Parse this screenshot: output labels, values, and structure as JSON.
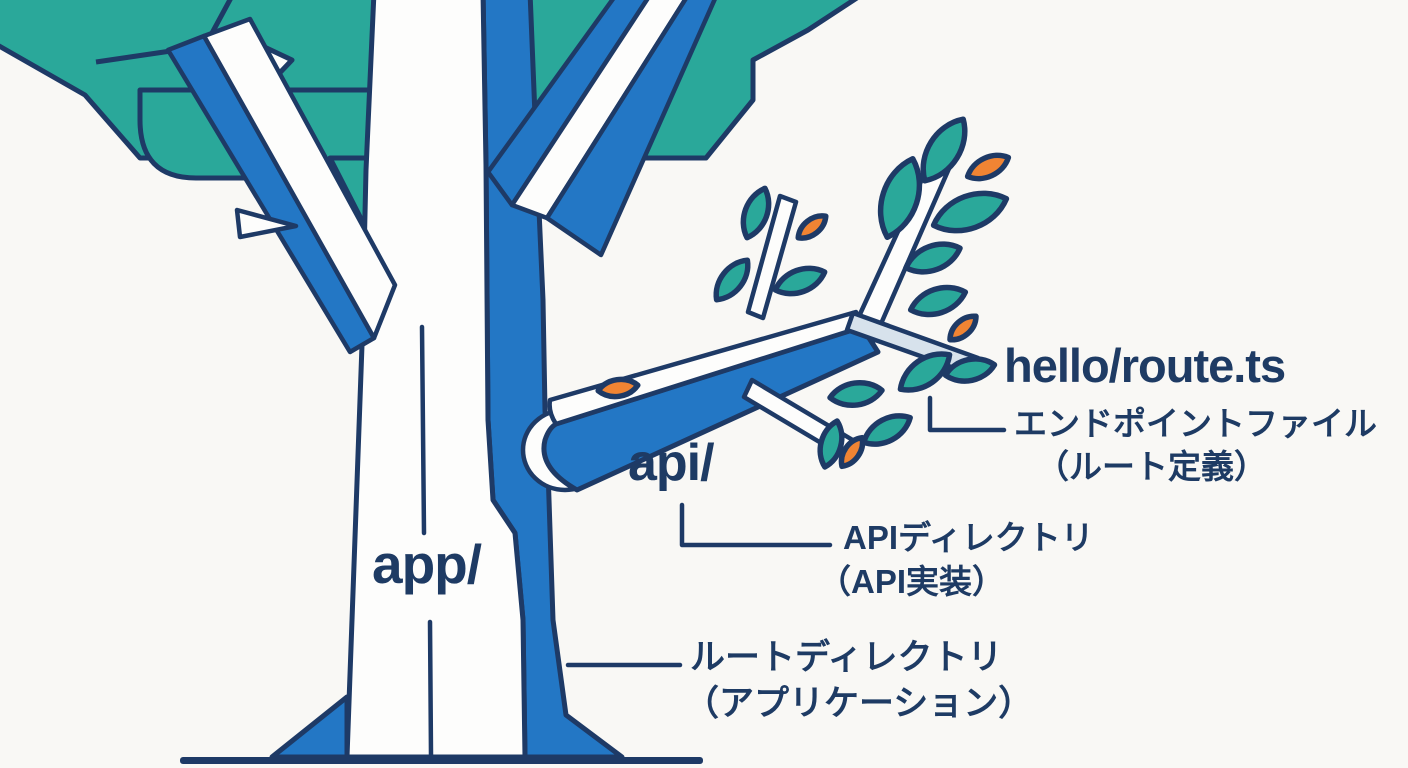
{
  "labels": {
    "app": {
      "code": "app/",
      "desc1": "ルートディレクトリ",
      "desc2": "（アプリケーション）"
    },
    "api": {
      "code": "api/",
      "desc1": "APIディレクトリ",
      "desc2": "（API実装）"
    },
    "route_file": {
      "code": "hello/route.ts",
      "desc1": "エンドポイントファイル",
      "desc2": "（ルート定義）"
    }
  },
  "colors": {
    "teal": "#2aa89a",
    "blue": "#2377c5",
    "navy_outline": "#1e3a66",
    "text_navy": "#1e3b64",
    "orange": "#f08433",
    "pale_blue": "#d7e2ec",
    "white_fill": "#fdfdfc",
    "background": "#f9f8f5"
  }
}
